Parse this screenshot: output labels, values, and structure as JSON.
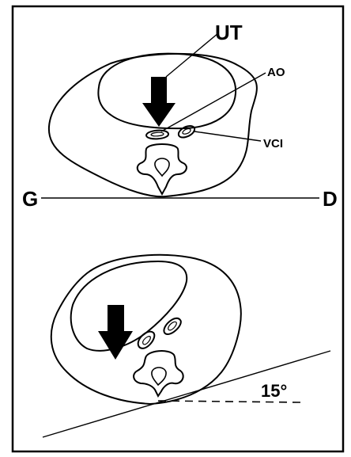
{
  "labels": {
    "uterus": "UT",
    "aorta": "AO",
    "vena_cava": "VCI",
    "left_side": "G",
    "right_side": "D",
    "tilt_angle": "15°"
  },
  "colors": {
    "ink": "#000000",
    "paper": "#ffffff"
  },
  "tilt_degrees": 15
}
